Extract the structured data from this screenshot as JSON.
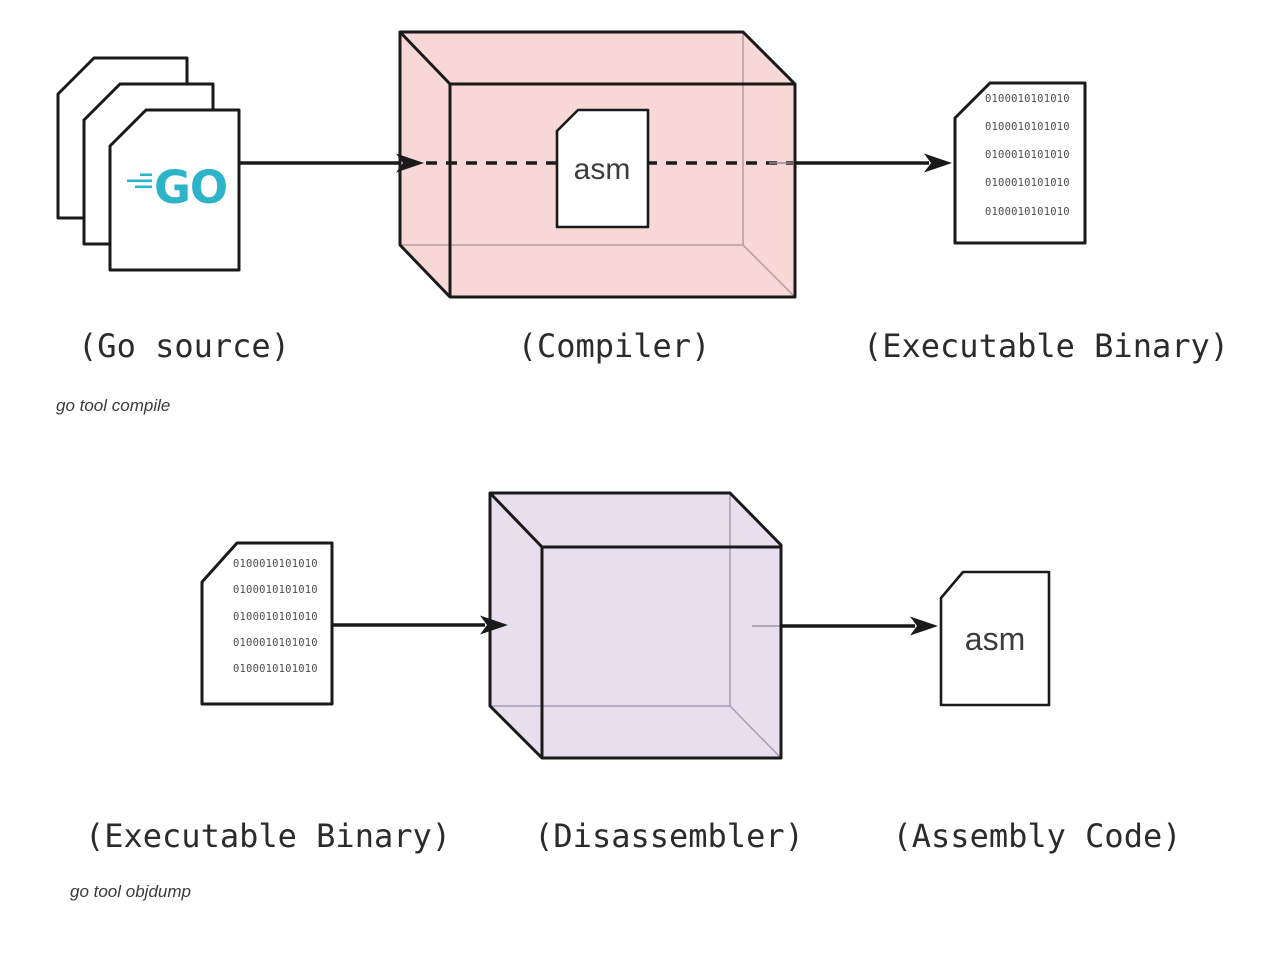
{
  "colors": {
    "compiler_fill": "#f8d7d7",
    "disassembler_fill": "#e8dfee",
    "line_color": "#1a1a1a",
    "go_logo_color": "#2db4c8"
  },
  "diagram_compile": {
    "caption": "go tool compile",
    "go_source": {
      "label": "(Go source)",
      "logo_text": "GO"
    },
    "compiler": {
      "label": "(Compiler)",
      "asm_doc_text": "asm"
    },
    "executable": {
      "label": "(Executable Binary)",
      "binary_lines": [
        "0100010101010",
        "0100010101010",
        "0100010101010",
        "0100010101010",
        "0100010101010"
      ]
    }
  },
  "diagram_objdump": {
    "caption": "go tool objdump",
    "executable": {
      "label": "(Executable Binary)",
      "binary_lines": [
        "0100010101010",
        "0100010101010",
        "0100010101010",
        "0100010101010",
        "0100010101010"
      ]
    },
    "disassembler": {
      "label": "(Disassembler)"
    },
    "assembly": {
      "label": "(Assembly Code)",
      "asm_doc_text": "asm"
    }
  }
}
